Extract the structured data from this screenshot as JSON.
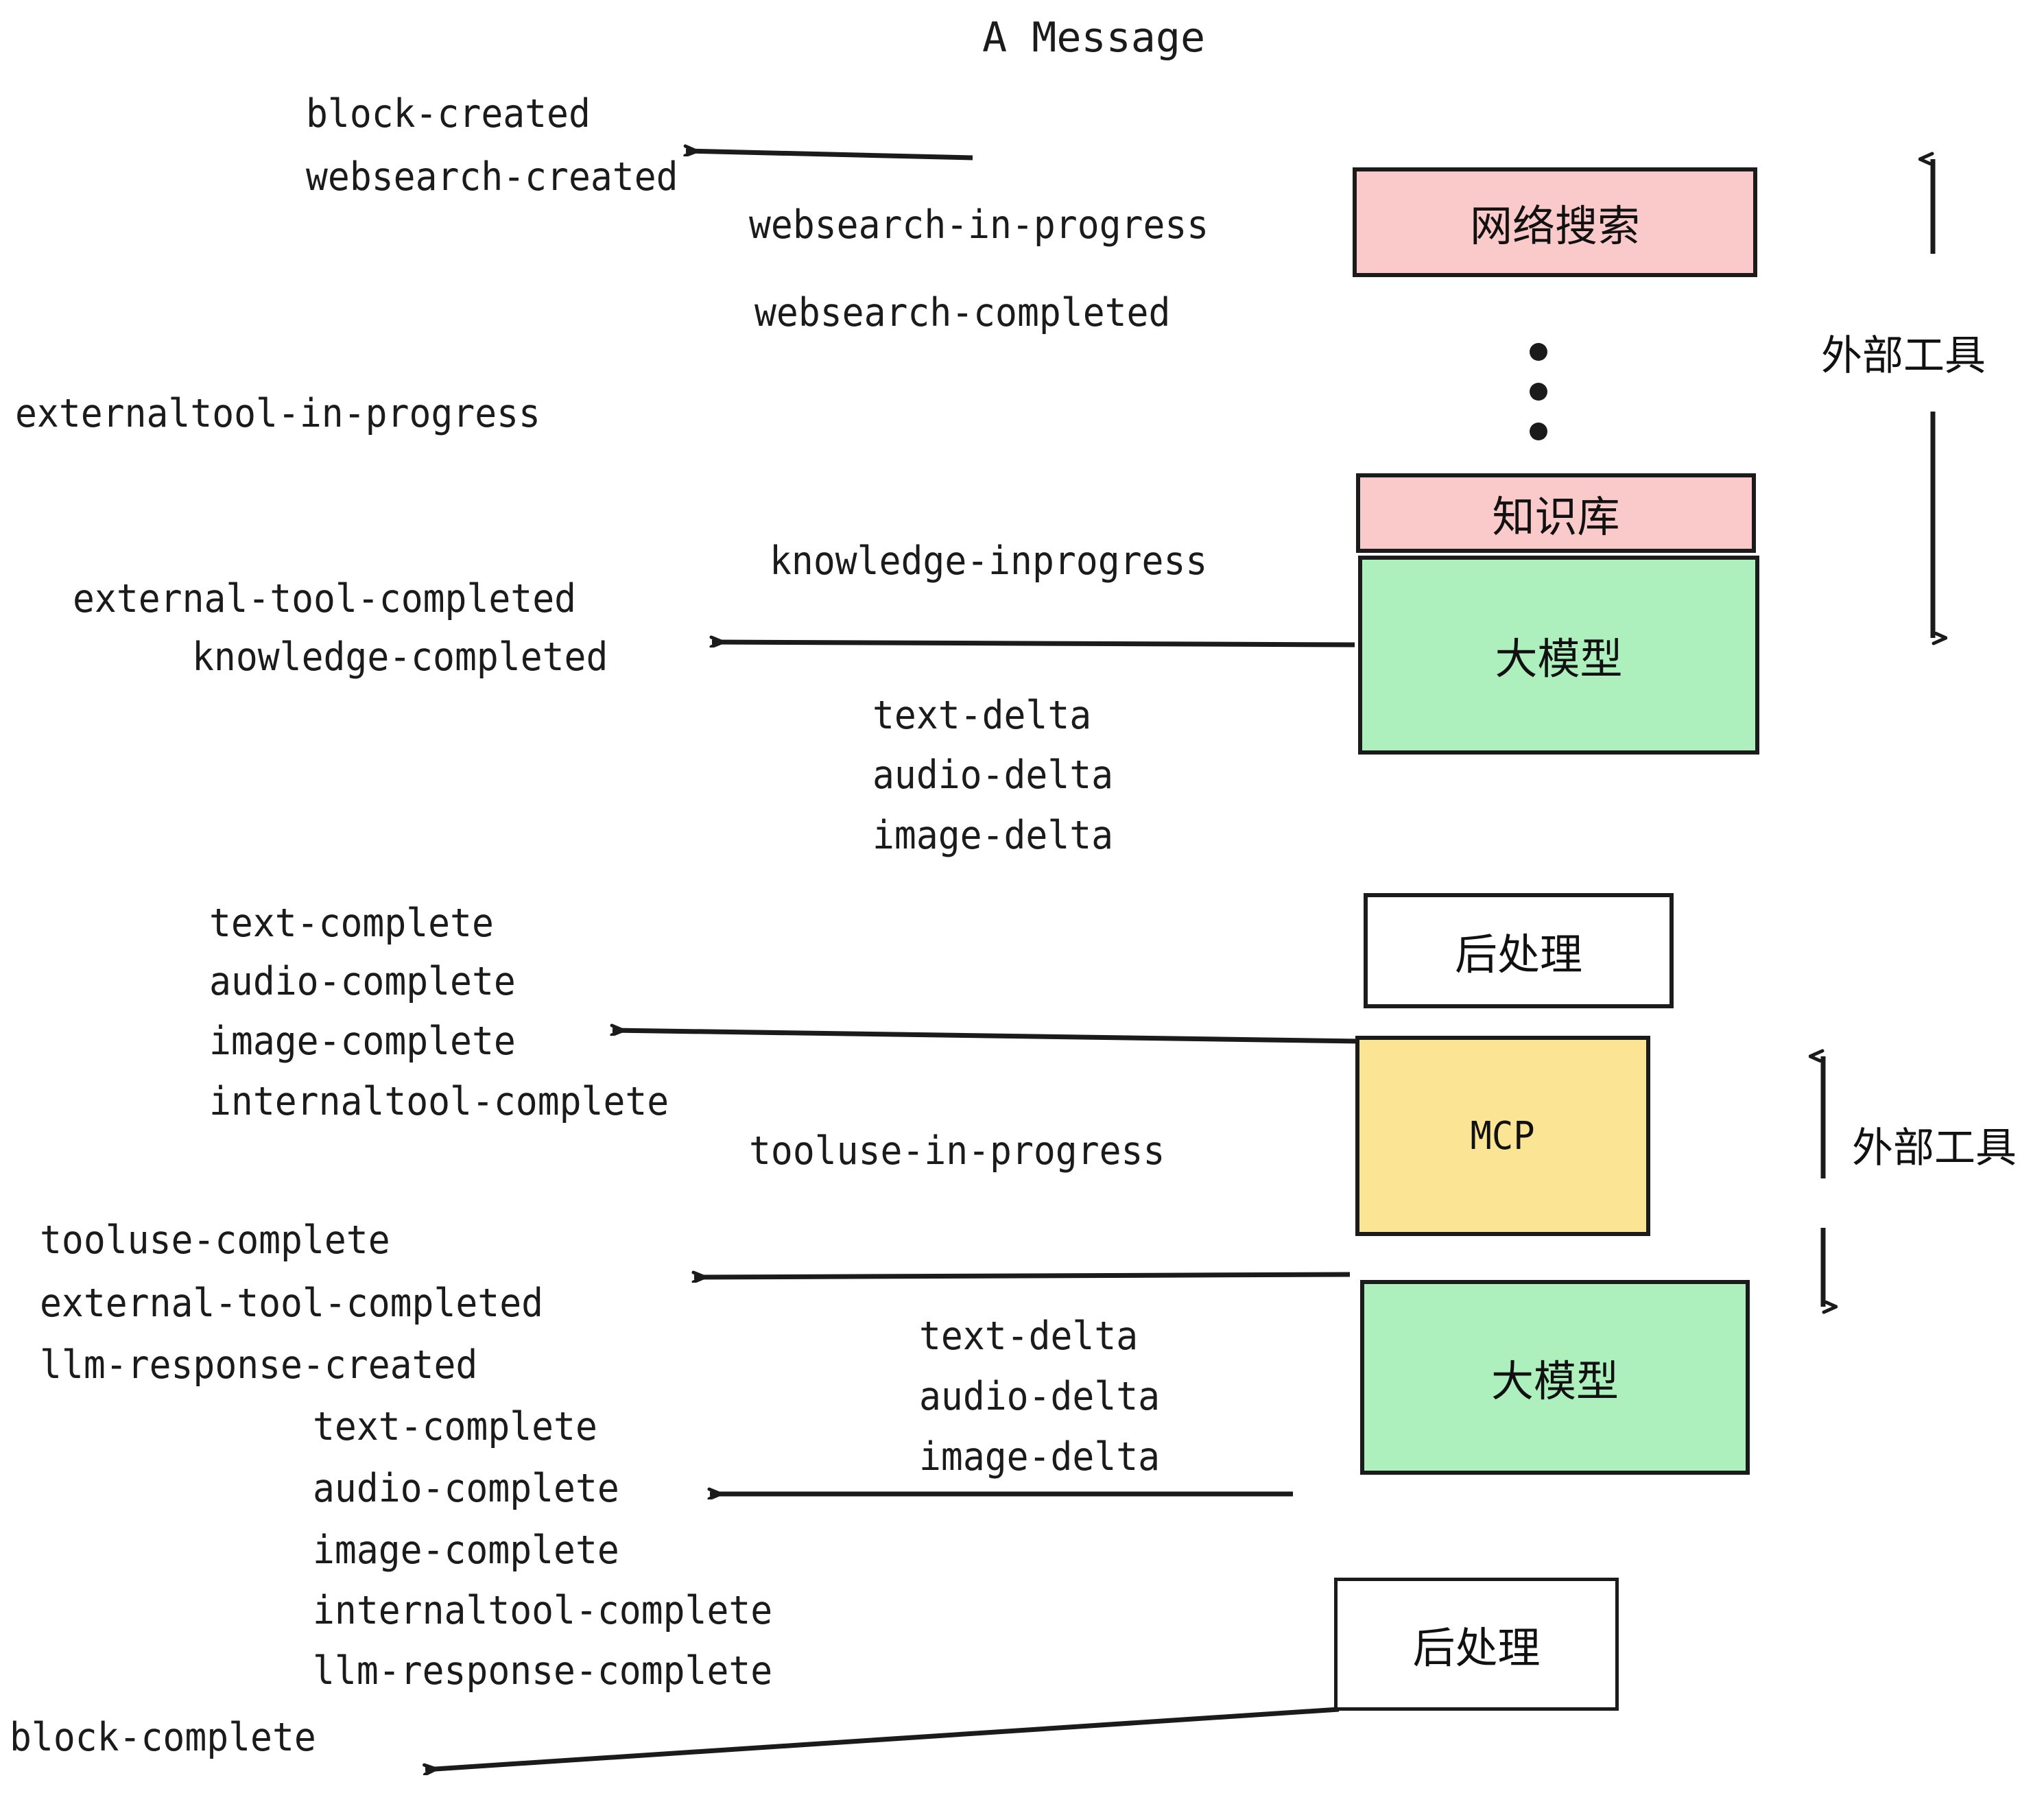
{
  "title": "A Message",
  "colors": {
    "pink": "#FAC9C9",
    "green": "#ADEFBD",
    "yellow": "#FBE493",
    "white": "#FFFFFF",
    "stroke": "#1B1B1B",
    "text": "#1B1B1B"
  },
  "boxes": [
    {
      "id": "websearch",
      "label": "网络搜索",
      "fill": "#FAC9C9"
    },
    {
      "id": "knowledgebase",
      "label": "知识库",
      "fill": "#FAC9C9"
    },
    {
      "id": "llm-top",
      "label": "大模型",
      "fill": "#ADEFBD"
    },
    {
      "id": "postprocess-top",
      "label": "后处理",
      "fill": "#FFFFFF"
    },
    {
      "id": "mcp",
      "label": "MCP",
      "fill": "#FBE493"
    },
    {
      "id": "llm-bottom",
      "label": "大模型",
      "fill": "#ADEFBD"
    },
    {
      "id": "postprocess-bottom",
      "label": "后处理",
      "fill": "#FFFFFF"
    }
  ],
  "side_annotations": [
    {
      "id": "external-tools-top",
      "label": "外部工具"
    },
    {
      "id": "external-tools-bottom",
      "label": "外部工具"
    }
  ],
  "events": [
    {
      "id": "block-created",
      "text": "block-created"
    },
    {
      "id": "websearch-created",
      "text": "websearch-created"
    },
    {
      "id": "websearch-in-progress",
      "text": "websearch-in-progress"
    },
    {
      "id": "websearch-completed",
      "text": "websearch-completed"
    },
    {
      "id": "externaltool-in-progress",
      "text": "externaltool-in-progress"
    },
    {
      "id": "knowledge-inprogress",
      "text": "knowledge-inprogress"
    },
    {
      "id": "external-tool-completed-1",
      "text": "external-tool-completed"
    },
    {
      "id": "knowledge-completed",
      "text": "knowledge-completed"
    },
    {
      "id": "text-delta-1",
      "text": "text-delta"
    },
    {
      "id": "audio-delta-1",
      "text": "audio-delta"
    },
    {
      "id": "image-delta-1",
      "text": "image-delta"
    },
    {
      "id": "text-complete-1",
      "text": "text-complete"
    },
    {
      "id": "audio-complete-1",
      "text": "audio-complete"
    },
    {
      "id": "image-complete-1",
      "text": "image-complete"
    },
    {
      "id": "internaltool-complete-1",
      "text": "internaltool-complete"
    },
    {
      "id": "tooluse-in-progress",
      "text": "tooluse-in-progress"
    },
    {
      "id": "tooluse-complete",
      "text": "tooluse-complete"
    },
    {
      "id": "external-tool-completed-2",
      "text": "external-tool-completed"
    },
    {
      "id": "llm-response-created",
      "text": "llm-response-created"
    },
    {
      "id": "text-delta-2",
      "text": "text-delta"
    },
    {
      "id": "audio-delta-2",
      "text": "audio-delta"
    },
    {
      "id": "image-delta-2",
      "text": "image-delta"
    },
    {
      "id": "text-complete-2",
      "text": "text-complete"
    },
    {
      "id": "audio-complete-2",
      "text": "audio-complete"
    },
    {
      "id": "image-complete-2",
      "text": "image-complete"
    },
    {
      "id": "internaltool-complete-2",
      "text": "internaltool-complete"
    },
    {
      "id": "llm-response-complete",
      "text": "llm-response-complete"
    },
    {
      "id": "block-complete",
      "text": "block-complete"
    }
  ]
}
